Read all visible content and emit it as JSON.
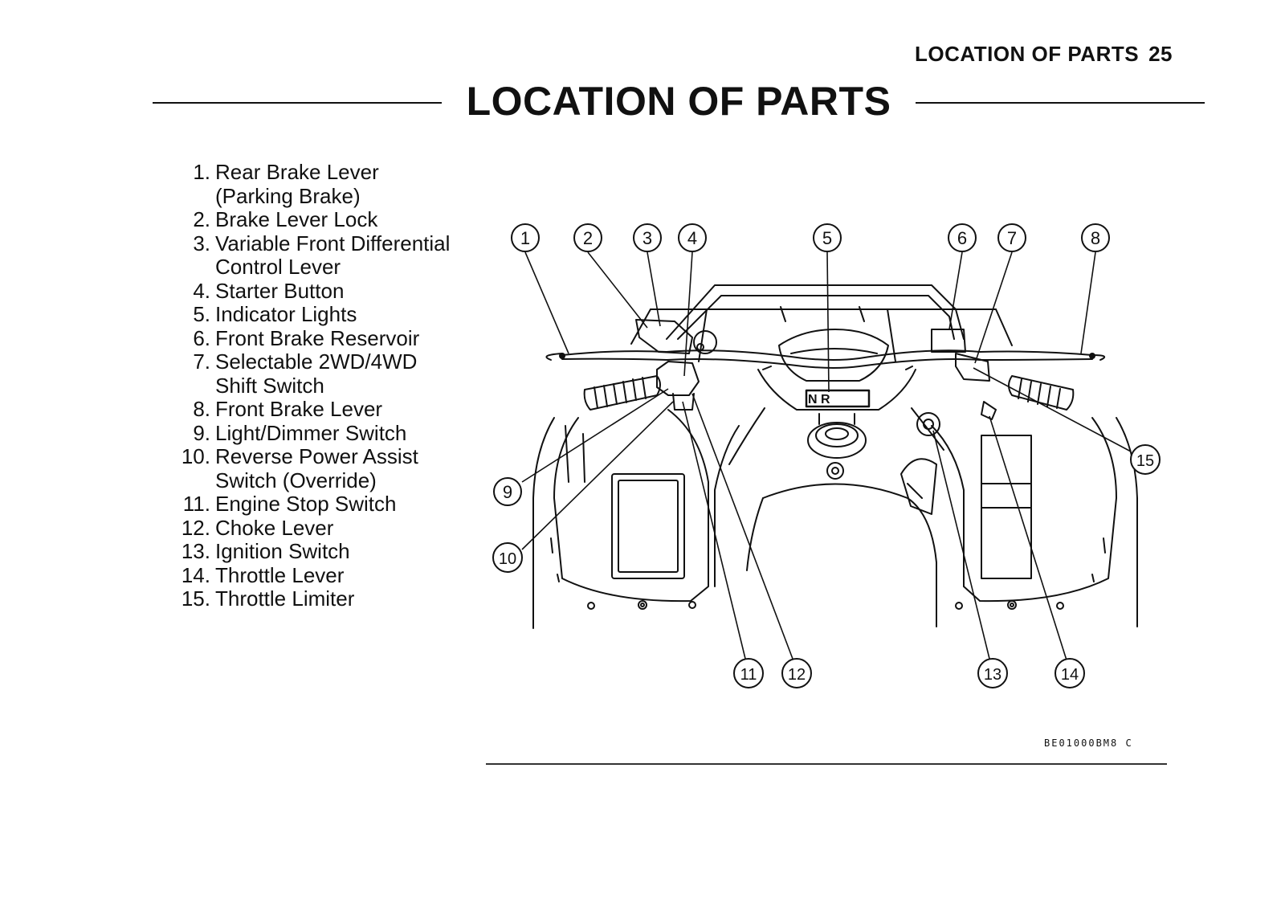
{
  "header": {
    "running_title": "LOCATION OF PARTS",
    "page_number": "25"
  },
  "title": "LOCATION OF PARTS",
  "parts": [
    {
      "num": "1.",
      "label": "Rear Brake Lever\n(Parking Brake)"
    },
    {
      "num": "2.",
      "label": "Brake Lever Lock"
    },
    {
      "num": "3.",
      "label": "Variable Front Differential\nControl Lever"
    },
    {
      "num": "4.",
      "label": "Starter Button"
    },
    {
      "num": "5.",
      "label": "Indicator Lights"
    },
    {
      "num": "6.",
      "label": "Front Brake Reservoir"
    },
    {
      "num": "7.",
      "label": "Selectable 2WD/4WD\nShift Switch"
    },
    {
      "num": "8.",
      "label": "Front Brake Lever"
    },
    {
      "num": "9.",
      "label": "Light/Dimmer Switch"
    },
    {
      "num": "10.",
      "label": "Reverse Power Assist\nSwitch (Override)"
    },
    {
      "num": "11.",
      "label": "Engine Stop Switch"
    },
    {
      "num": "12.",
      "label": "Choke Lever"
    },
    {
      "num": "13.",
      "label": "Ignition Switch"
    },
    {
      "num": "14.",
      "label": "Throttle Lever"
    },
    {
      "num": "15.",
      "label": "Throttle Limiter"
    }
  ],
  "figure": {
    "callouts": [
      "1",
      "2",
      "3",
      "4",
      "5",
      "6",
      "7",
      "8",
      "9",
      "10",
      "11",
      "12",
      "13",
      "14",
      "15"
    ],
    "indicator_text": "N R",
    "code": "BE01000BM8 C"
  }
}
